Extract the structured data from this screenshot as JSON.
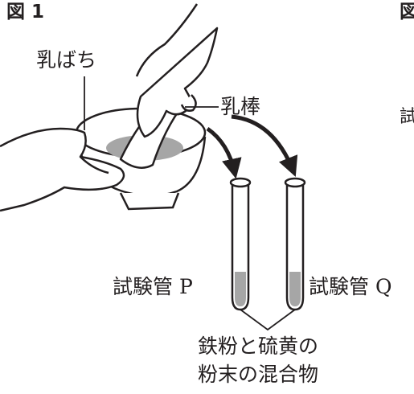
{
  "figure": {
    "title": "図 1",
    "title_right_partial": "図",
    "cut_label_right": "試"
  },
  "labels": {
    "mortar": "乳ばち",
    "pestle": "乳棒",
    "tube_p": "試験管 P",
    "tube_q": "試験管 Q",
    "mixture_line1": "鉄粉と硫黄の",
    "mixture_line2": "粉末の混合物"
  },
  "colors": {
    "line": "#231f20",
    "powder": "#a6a6a6",
    "background": "#ffffff"
  }
}
